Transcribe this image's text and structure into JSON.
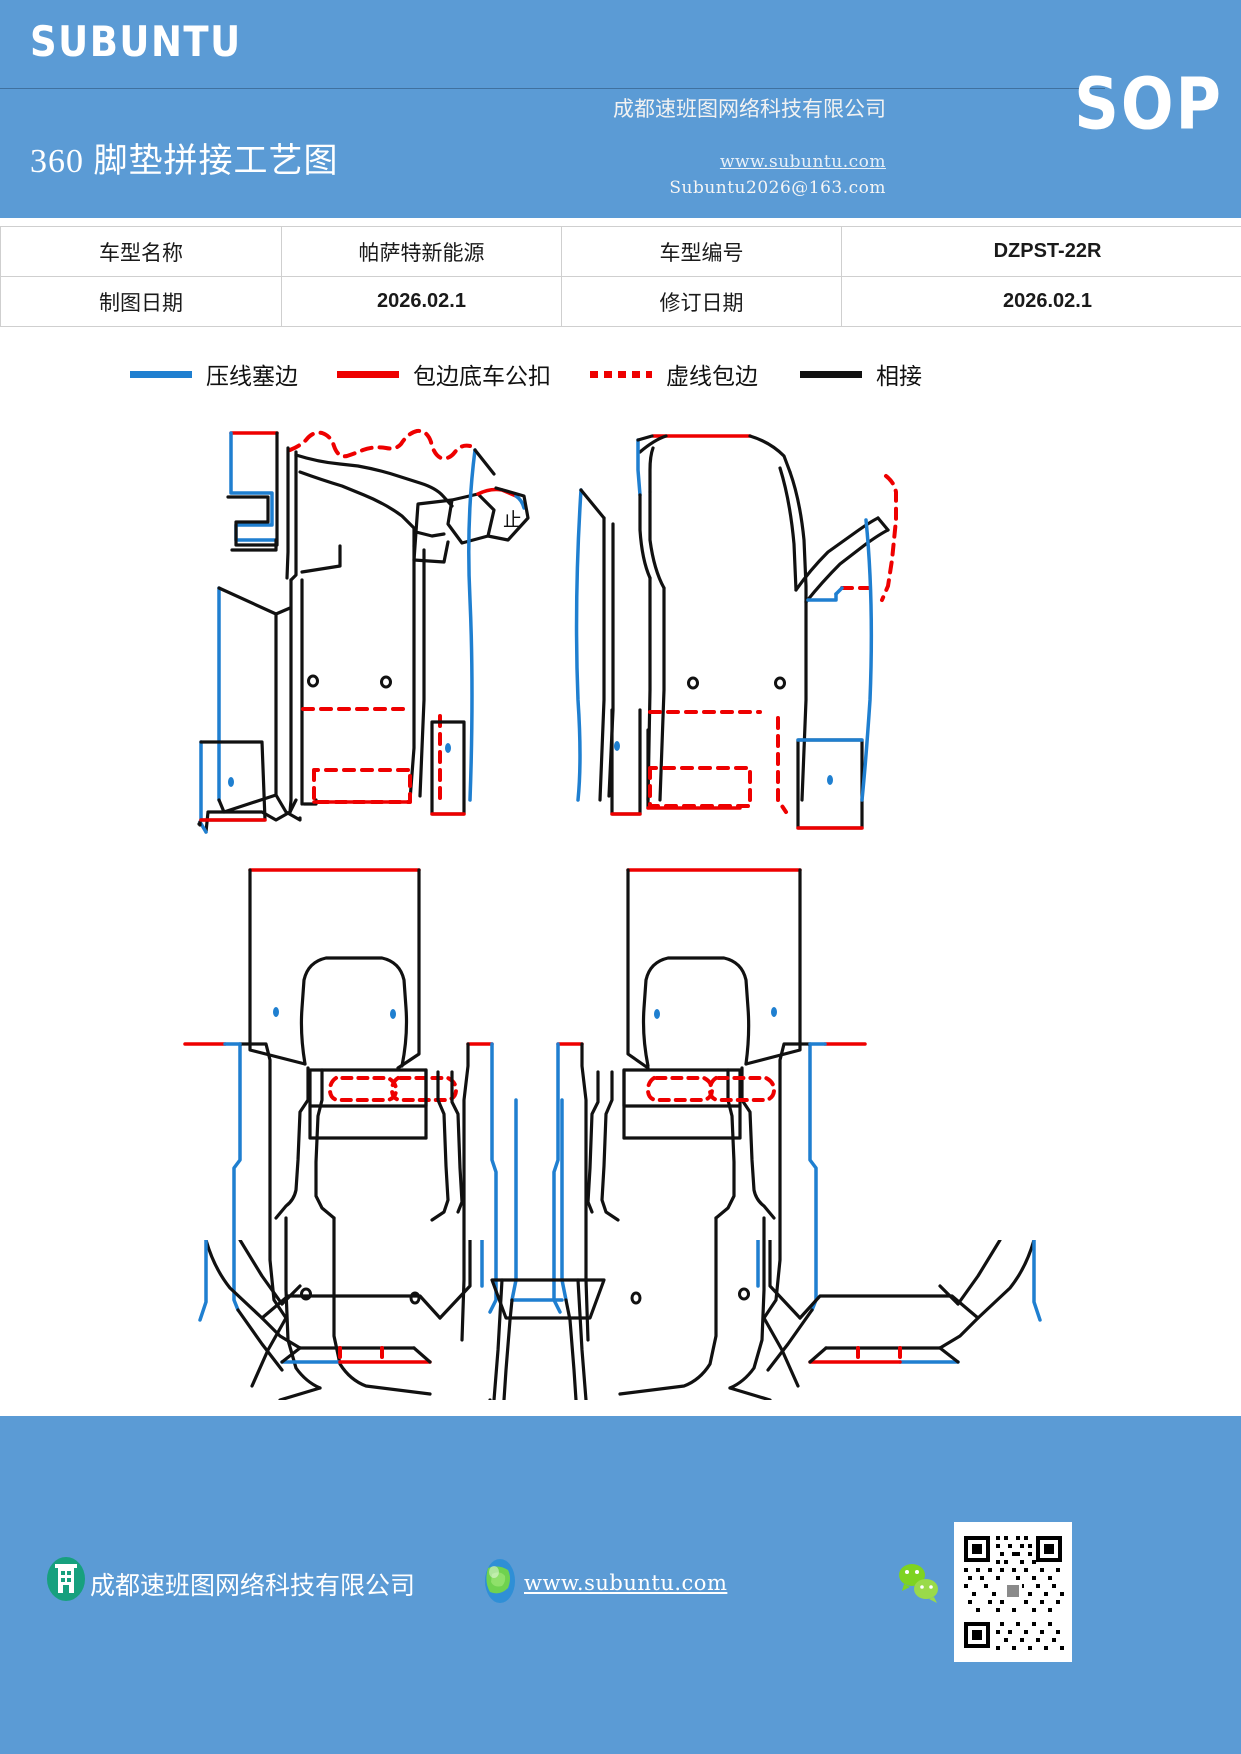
{
  "header": {
    "brand": "SUBUNTU",
    "doc_title": "360 脚垫拼接工艺图",
    "company": "成都速班图网络科技有限公司",
    "badge": "SOP",
    "website": "www.subuntu.com",
    "email": "Subuntu2026@163.com"
  },
  "info_table": {
    "rows": [
      {
        "label_1": "车型名称",
        "value_1": "帕萨特新能源",
        "label_2": "车型编号",
        "value_2": "DZPST-22R"
      },
      {
        "label_1": "制图日期",
        "value_1": "2026.02.1",
        "label_2": "修订日期",
        "value_2": "2026.02.1"
      }
    ]
  },
  "legend": {
    "items": [
      {
        "label": "压线塞边",
        "style": "solid",
        "color": "#1f7fd0"
      },
      {
        "label": "包边底车公扣",
        "style": "solid",
        "color": "#ee0000"
      },
      {
        "label": "虚线包边",
        "style": "dotted",
        "color": "#ee0000"
      },
      {
        "label": "相接",
        "style": "solid",
        "color": "#111111"
      }
    ]
  },
  "drawing": {
    "description": "360 脚垫拼接工艺图 - 四片脚垫展开拼接图",
    "colors": {
      "outline": "#111111",
      "press_edge": "#1f7fd0",
      "bind_edge": "#ee0000",
      "dashed_bind": "#ee0000"
    },
    "panels": [
      {
        "name": "front-left-mat",
        "position": "top-left"
      },
      {
        "name": "front-right-mat",
        "position": "top-right"
      },
      {
        "name": "rear-left-mat",
        "position": "bottom-left"
      },
      {
        "name": "rear-right-mat",
        "position": "bottom-right"
      },
      {
        "name": "center-tunnel-piece",
        "position": "bottom-center"
      }
    ],
    "annotation": "止"
  },
  "footer": {
    "company": "成都速班图网络科技有限公司",
    "website": "www.subuntu.com"
  }
}
